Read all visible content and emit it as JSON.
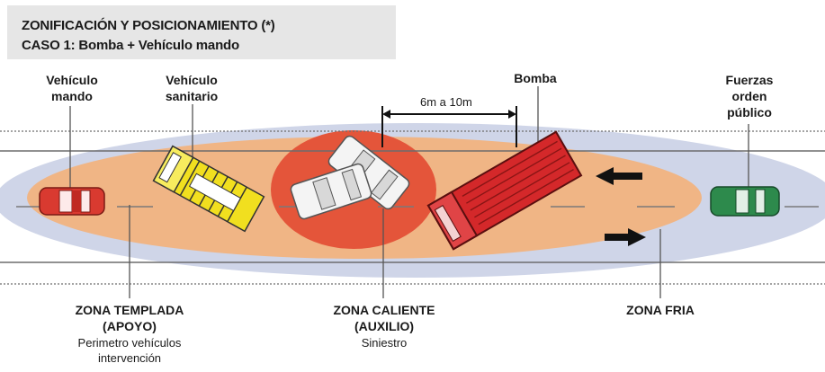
{
  "header": {
    "title": "ZONIFICACIÓN Y POSICIONAMIENTO  (*)",
    "subtitle": "CASO 1: Bomba +  Vehículo mando"
  },
  "vehicles": {
    "mando": "Vehículo\nmando",
    "sanitario": "Vehículo\nsanitario",
    "bomba": "Bomba",
    "fuerzas": "Fuerzas\norden\npúblico"
  },
  "distance_label": "6m a 10m",
  "zones": {
    "templada": {
      "title": "ZONA TEMPLADA\n(APOYO)",
      "desc": "Perimetro vehículos\nintervención"
    },
    "caliente": {
      "title": "ZONA CALIENTE\n(AUXILIO)",
      "desc": "Siniestro"
    },
    "fria": {
      "title": "ZONA FRIA"
    }
  },
  "colors": {
    "zona_fria": "#cfd5e8",
    "zona_templada": "#f0b585",
    "zona_caliente": "#e4553a",
    "bomba": "#d4282a",
    "vehiculo_mando": "#d93a30",
    "sanitario": "#f1df1f",
    "fuerzas": "#2d8a4c"
  }
}
